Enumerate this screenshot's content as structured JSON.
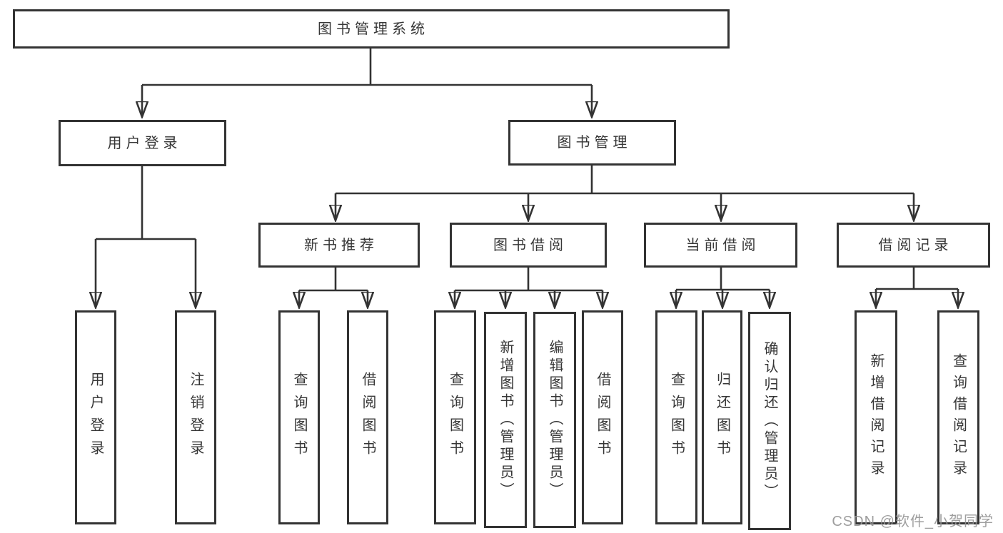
{
  "diagram_title": "图书管理系统",
  "colors": {
    "line": "#333333",
    "box_border": "#333333",
    "text": "#363636",
    "background": "#ffffff",
    "watermark": "#949494"
  },
  "nodes": {
    "root": "图书管理系统",
    "user_login_group": "用户登录",
    "book_mgmt": "图书管理",
    "new_book": "新书推荐",
    "book_borrow": "图书借阅",
    "current_borrow": "当前借阅",
    "borrow_record": "借阅记录",
    "leaf_user_login": "用户登录",
    "leaf_logout": "注销登录",
    "leaf_nb_query": "查询图书",
    "leaf_nb_borrow": "借阅图书",
    "leaf_bb_query": "查询图书",
    "leaf_bb_add": "新增图书（管理员）",
    "leaf_bb_edit": "编辑图书（管理员）",
    "leaf_bb_borrow": "借阅图书",
    "leaf_cb_query": "查询图书",
    "leaf_cb_return": "归还图书",
    "leaf_cb_confirm": "确认归还（管理员）",
    "leaf_br_add": "新增借阅记录",
    "leaf_br_query": "查询借阅记录"
  },
  "watermark": "CSDN @软件_小贺同学"
}
